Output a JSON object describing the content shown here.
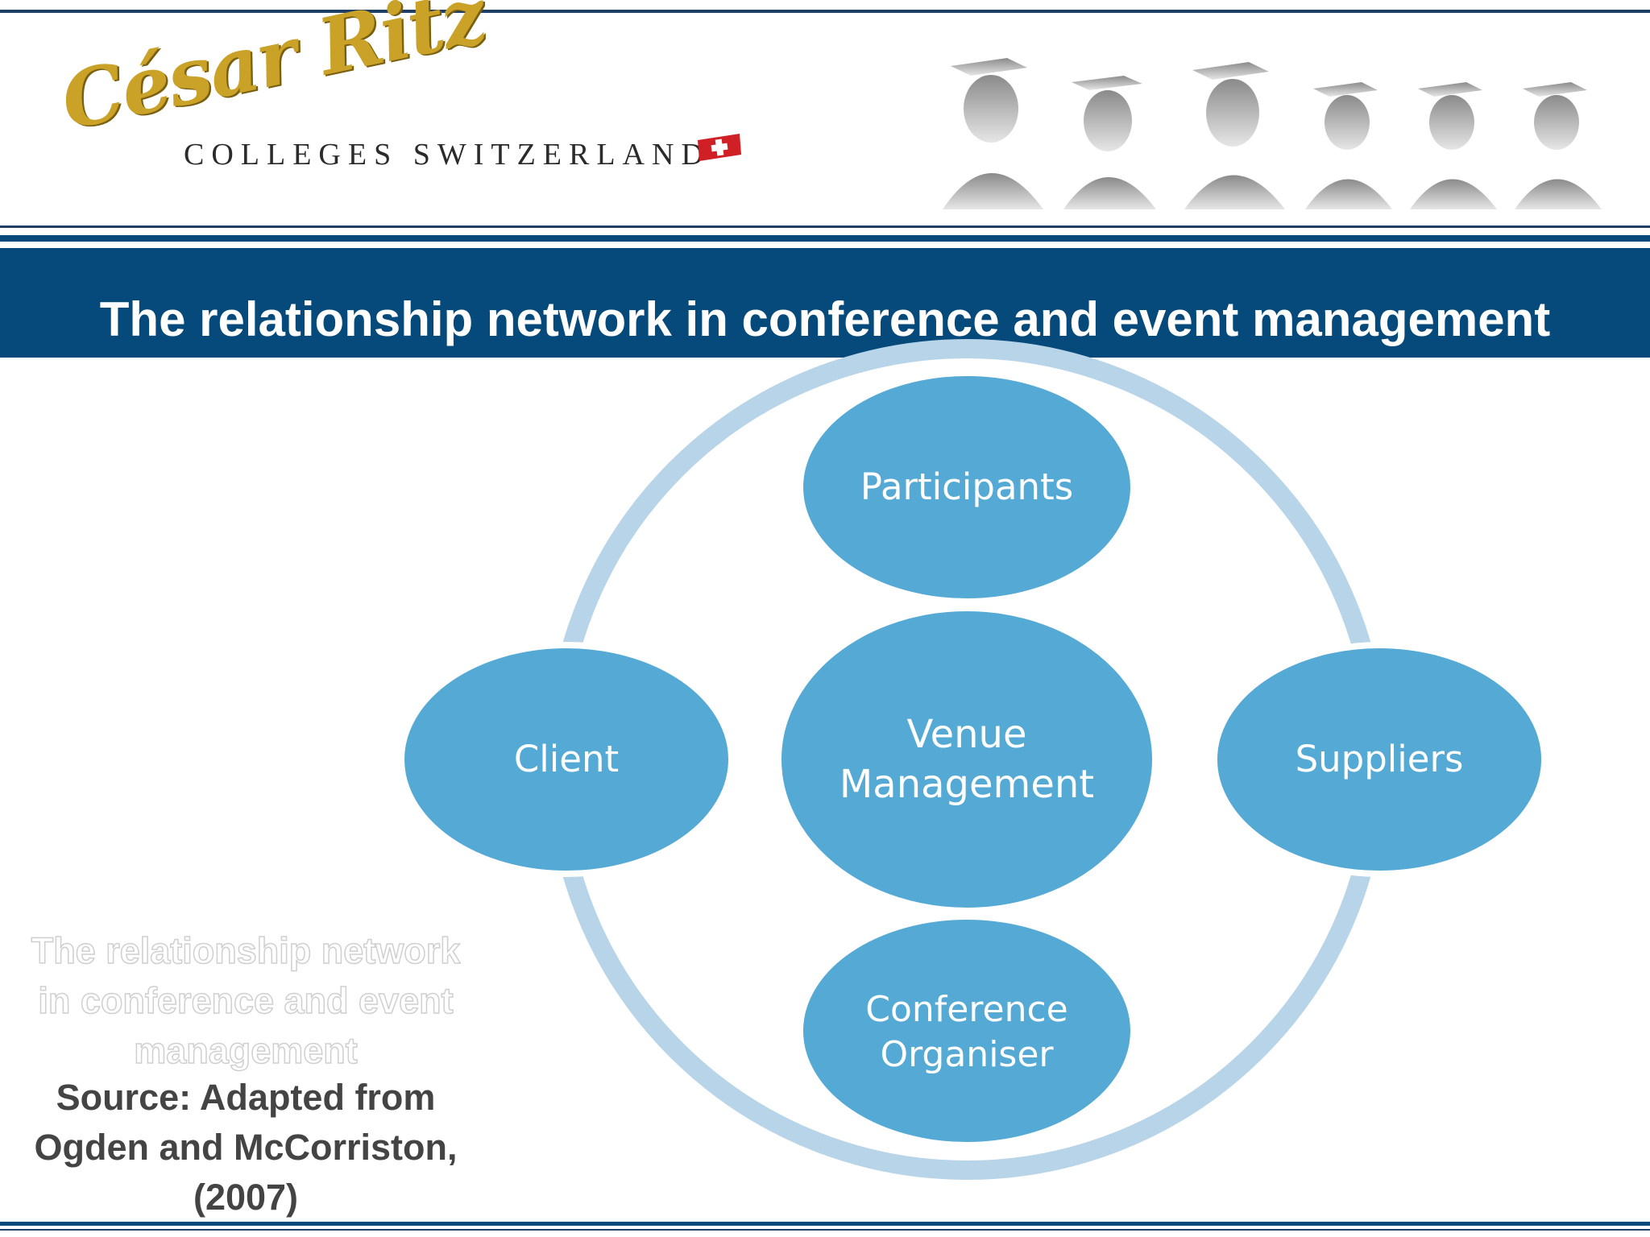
{
  "brand": {
    "script_name": "César Ritz",
    "subtitle": "COLLEGES SWITZERLAND"
  },
  "slide": {
    "title": "The relationship network in conference and event management"
  },
  "diagram": {
    "center": {
      "lines": [
        "Venue",
        "Management"
      ]
    },
    "nodes": {
      "top": {
        "lines": [
          "Participants"
        ]
      },
      "left": {
        "lines": [
          "Client"
        ]
      },
      "right": {
        "lines": [
          "Suppliers"
        ]
      },
      "bottom": {
        "lines": [
          "Conference",
          "Organiser"
        ]
      }
    }
  },
  "caption": {
    "outlined_text": "The relationship network in conference and event management",
    "source": "Source: Adapted from Ogden and McCorriston, (2007)"
  },
  "colors": {
    "navy": "#054a7a",
    "node_fill": "#55a9d5",
    "ring": "#b7d4e9",
    "gold": "#c9a227"
  },
  "icons": [
    "swiss-flag-icon",
    "graduates-image"
  ]
}
